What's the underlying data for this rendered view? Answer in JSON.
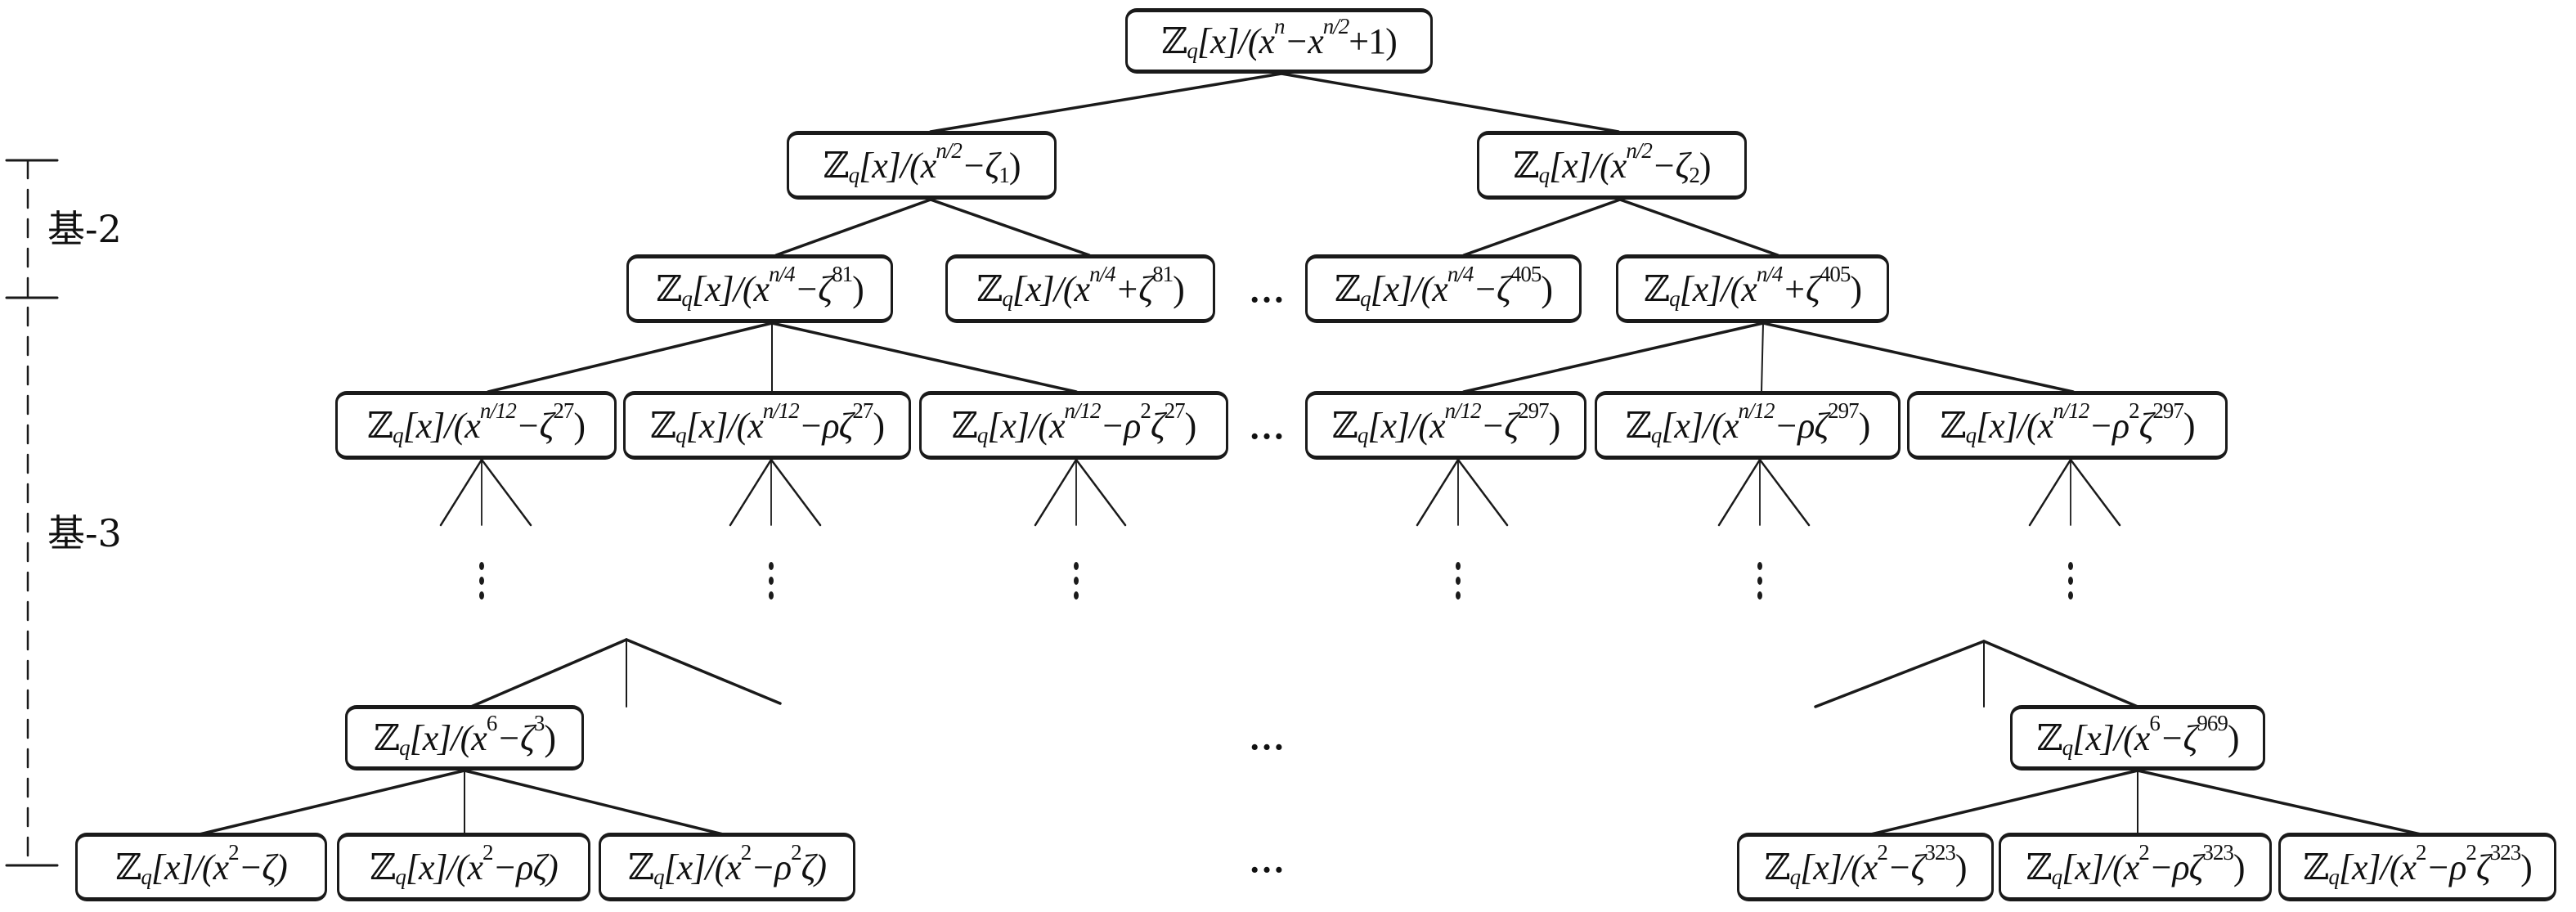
{
  "radix_labels": {
    "radix2": "基-2",
    "radix3": "基-3"
  },
  "ellipsis": "…",
  "nodes": {
    "root": [
      {
        "t": "ℤ"
      },
      {
        "sub": "q"
      },
      {
        "t": "[x]/(x"
      },
      {
        "sup": "n"
      },
      {
        "t": "−x"
      },
      {
        "sup": "n/2"
      },
      {
        "t": "+1)"
      }
    ],
    "l1_a": [
      {
        "t": "ℤ"
      },
      {
        "sub": "q"
      },
      {
        "t": "[x]/(x"
      },
      {
        "sup": "n/2"
      },
      {
        "t": "−ζ"
      },
      {
        "sub": "1"
      },
      {
        "t": ")"
      }
    ],
    "l1_b": [
      {
        "t": "ℤ"
      },
      {
        "sub": "q"
      },
      {
        "t": "[x]/(x"
      },
      {
        "sup": "n/2"
      },
      {
        "t": "−ζ"
      },
      {
        "sub": "2"
      },
      {
        "t": ")"
      }
    ],
    "l2_a": [
      {
        "t": "ℤ"
      },
      {
        "sub": "q"
      },
      {
        "t": "[x]/(x"
      },
      {
        "sup": "n/4"
      },
      {
        "t": "−ζ"
      },
      {
        "sup": "81"
      },
      {
        "t": ")"
      }
    ],
    "l2_b": [
      {
        "t": "ℤ"
      },
      {
        "sub": "q"
      },
      {
        "t": "[x]/(x"
      },
      {
        "sup": "n/4"
      },
      {
        "t": "+ζ"
      },
      {
        "sup": "81"
      },
      {
        "t": ")"
      }
    ],
    "l2_c": [
      {
        "t": "ℤ"
      },
      {
        "sub": "q"
      },
      {
        "t": "[x]/(x"
      },
      {
        "sup": "n/4"
      },
      {
        "t": "−ζ"
      },
      {
        "sup": "405"
      },
      {
        "t": ")"
      }
    ],
    "l2_d": [
      {
        "t": "ℤ"
      },
      {
        "sub": "q"
      },
      {
        "t": "[x]/(x"
      },
      {
        "sup": "n/4"
      },
      {
        "t": "+ζ"
      },
      {
        "sup": "405"
      },
      {
        "t": ")"
      }
    ],
    "l3_a": [
      {
        "t": "ℤ"
      },
      {
        "sub": "q"
      },
      {
        "t": "[x]/(x"
      },
      {
        "sup": "n/12"
      },
      {
        "t": "−ζ"
      },
      {
        "sup": "27"
      },
      {
        "t": ")"
      }
    ],
    "l3_b": [
      {
        "t": "ℤ"
      },
      {
        "sub": "q"
      },
      {
        "t": "[x]/(x"
      },
      {
        "sup": "n/12"
      },
      {
        "t": "−ρζ"
      },
      {
        "sup": "27"
      },
      {
        "t": ")"
      }
    ],
    "l3_c": [
      {
        "t": "ℤ"
      },
      {
        "sub": "q"
      },
      {
        "t": "[x]/(x"
      },
      {
        "sup": "n/12"
      },
      {
        "t": "−ρ"
      },
      {
        "sup": "2"
      },
      {
        "t": "ζ"
      },
      {
        "sup": "27"
      },
      {
        "t": ")"
      }
    ],
    "l3_d": [
      {
        "t": "ℤ"
      },
      {
        "sub": "q"
      },
      {
        "t": "[x]/(x"
      },
      {
        "sup": "n/12"
      },
      {
        "t": "−ζ"
      },
      {
        "sup": "297"
      },
      {
        "t": ")"
      }
    ],
    "l3_e": [
      {
        "t": "ℤ"
      },
      {
        "sub": "q"
      },
      {
        "t": "[x]/(x"
      },
      {
        "sup": "n/12"
      },
      {
        "t": "−ρζ"
      },
      {
        "sup": "297"
      },
      {
        "t": ")"
      }
    ],
    "l3_f": [
      {
        "t": "ℤ"
      },
      {
        "sub": "q"
      },
      {
        "t": "[x]/(x"
      },
      {
        "sup": "n/12"
      },
      {
        "t": "−ρ"
      },
      {
        "sup": "2"
      },
      {
        "t": "ζ"
      },
      {
        "sup": "297"
      },
      {
        "t": ")"
      }
    ],
    "l4_a": [
      {
        "t": "ℤ"
      },
      {
        "sub": "q"
      },
      {
        "t": "[x]/(x"
      },
      {
        "sup": "6"
      },
      {
        "t": "−ζ"
      },
      {
        "sup": "3"
      },
      {
        "t": ")"
      }
    ],
    "l4_b": [
      {
        "t": "ℤ"
      },
      {
        "sub": "q"
      },
      {
        "t": "[x]/(x"
      },
      {
        "sup": "6"
      },
      {
        "t": "−ζ"
      },
      {
        "sup": "969"
      },
      {
        "t": ")"
      }
    ],
    "l5_a": [
      {
        "t": "ℤ"
      },
      {
        "sub": "q"
      },
      {
        "t": "[x]/(x"
      },
      {
        "sup": "2"
      },
      {
        "t": "−ζ)"
      }
    ],
    "l5_b": [
      {
        "t": "ℤ"
      },
      {
        "sub": "q"
      },
      {
        "t": "[x]/(x"
      },
      {
        "sup": "2"
      },
      {
        "t": "−ρζ)"
      }
    ],
    "l5_c": [
      {
        "t": "ℤ"
      },
      {
        "sub": "q"
      },
      {
        "t": "[x]/(x"
      },
      {
        "sup": "2"
      },
      {
        "t": "−ρ"
      },
      {
        "sup": "2"
      },
      {
        "t": "ζ)"
      }
    ],
    "l5_d": [
      {
        "t": "ℤ"
      },
      {
        "sub": "q"
      },
      {
        "t": "[x]/(x"
      },
      {
        "sup": "2"
      },
      {
        "t": "−ζ"
      },
      {
        "sup": "323"
      },
      {
        "t": ")"
      }
    ],
    "l5_e": [
      {
        "t": "ℤ"
      },
      {
        "sub": "q"
      },
      {
        "t": "[x]/(x"
      },
      {
        "sup": "2"
      },
      {
        "t": "−ρζ"
      },
      {
        "sup": "323"
      },
      {
        "t": ")"
      }
    ],
    "l5_f": [
      {
        "t": "ℤ"
      },
      {
        "sub": "q"
      },
      {
        "t": "[x]/(x"
      },
      {
        "sup": "2"
      },
      {
        "t": "−ρ"
      },
      {
        "sup": "2"
      },
      {
        "t": "ζ"
      },
      {
        "sup": "323"
      },
      {
        "t": ")"
      }
    ]
  }
}
